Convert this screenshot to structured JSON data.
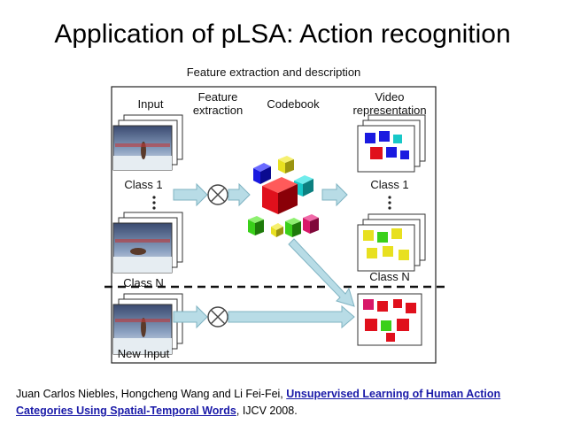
{
  "slide": {
    "title": "Application of pLSA: Action recognition"
  },
  "diagram": {
    "heading": "Feature extraction and description",
    "col_input": "Input",
    "col_feature": [
      "Feature",
      "extraction"
    ],
    "col_codebook": "Codebook",
    "col_video": [
      "Video",
      "representation"
    ],
    "class1_label": "Class 1",
    "classN_label": "Class N",
    "new_input_label": "New Input",
    "video_class1_label": "Class 1",
    "video_classN_label": "Class N",
    "colors": {
      "blue": "#1a1ae0",
      "cyan": "#18c8c8",
      "red": "#e0101c",
      "yellow": "#e8e020",
      "green": "#3ad01a",
      "magenta": "#d81868",
      "arrow": "#b8dce6",
      "arrow_stroke": "#7fb3c2"
    }
  },
  "citation": {
    "authors": "Juan Carlos Niebles, Hongcheng Wang and Li Fei-Fei, ",
    "link_text": "Unsupervised Learning of Human Action Categories Using Spatial-Temporal Words",
    "venue": ", IJCV 2008."
  }
}
